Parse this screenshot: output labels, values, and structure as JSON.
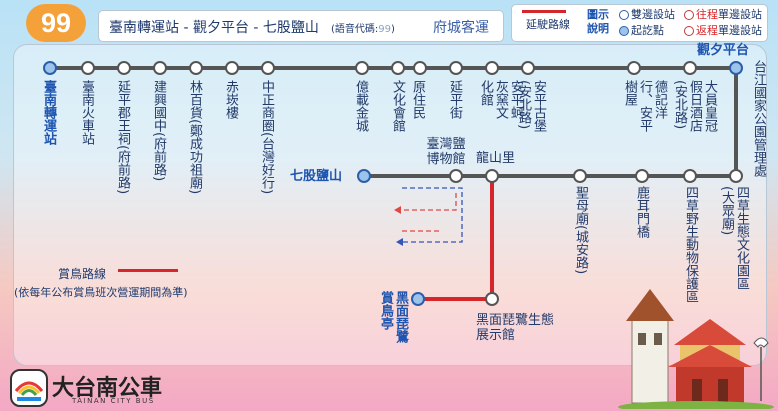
{
  "route_number": "99",
  "header": {
    "title": "臺南轉運站 - 觀夕平台 - 七股鹽山",
    "code_label": "(語音代碼:",
    "code_value": "99",
    "code_close": ")",
    "operator": "府城客運"
  },
  "legend": {
    "title": "圖示說明",
    "extension": "延駛路線",
    "both": "雙邊設站",
    "terminus": "起訖點",
    "outbound_prefix": "往程",
    "outbound_suffix": "單邊設站",
    "inbound_prefix": "返程",
    "inbound_suffix": "單邊設站",
    "colors": {
      "extension_line": "#d7262b",
      "route_line": "#555555",
      "terminus_fill": "#9cc3ec"
    }
  },
  "top_stops": [
    "臺南轉運站",
    "臺南火車站",
    "延平郡王祠(府前路)",
    "建興國中(府前路)",
    "林百貨(鄭成功祖廟)",
    "赤崁樓",
    "中正商圈(台灣好行)",
    "億載金城",
    "文化會館",
    "原住民",
    "延平街",
    "安平蚵灰窯文化館",
    "安平古堡(安北路)",
    "德記洋行、安平樹屋",
    "大員皇冠假日酒店(安北路)",
    "觀夕平台"
  ],
  "right_stops": [
    "台江國家公園管理處",
    "四草生態文化園區(大眾廟)"
  ],
  "bottom_stops": [
    "四草野生動物保護區",
    "鹿耳門橋",
    "聖母廟(城安路)",
    "龍山里",
    "臺灣鹽博物館",
    "七股鹽山"
  ],
  "branch_stops": [
    "黑面琵鷺生態展示館",
    "黑面琵鷺賞鳥亭"
  ],
  "bird_route": {
    "label": "賞鳥路線",
    "note": "(依每年公布賞鳥班次營運期間為準)"
  },
  "logo": {
    "name": "大台南公車",
    "sub": "TAINAN CITY BUS"
  }
}
